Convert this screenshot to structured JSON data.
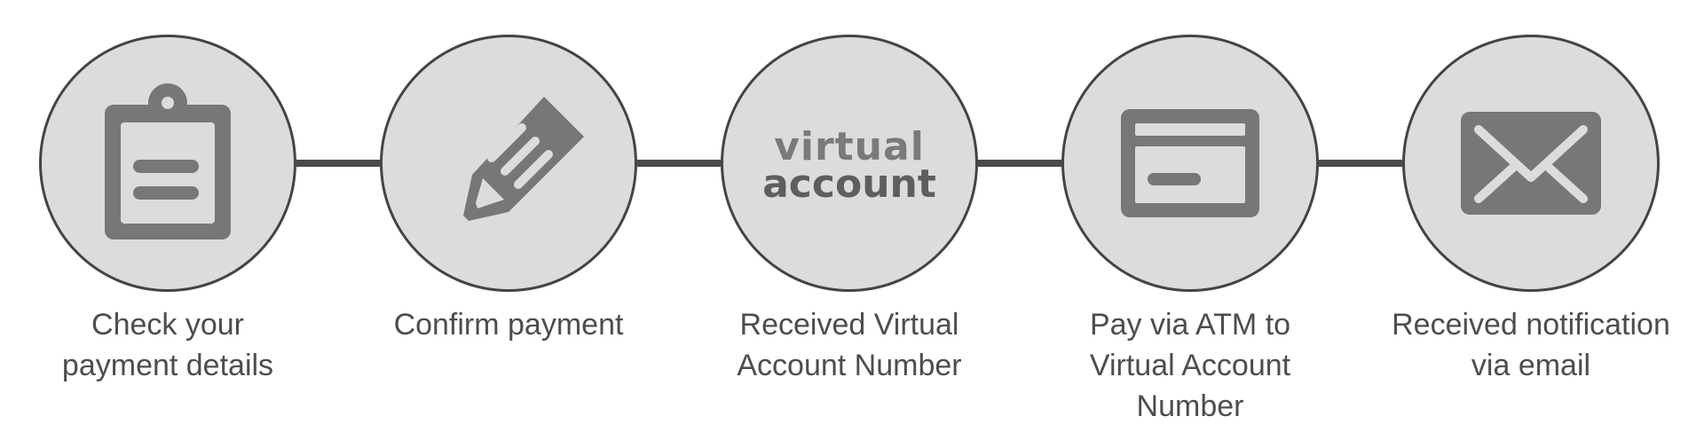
{
  "colors": {
    "circle_fill": "#dcdcdc",
    "circle_border": "#444444",
    "connector": "#4a4a4a",
    "icon": "#777777",
    "label_text": "#4d4d4d"
  },
  "steps": [
    {
      "icon": "clipboard-icon",
      "label": "Check your\npayment details"
    },
    {
      "icon": "pencil-icon",
      "label": "Confirm payment"
    },
    {
      "icon": "virtual-account-logo",
      "logo_top": "virtual",
      "logo_bottom": "account",
      "label": "Received Virtual\nAccount Number"
    },
    {
      "icon": "credit-card-icon",
      "label": "Pay via ATM to\nVirtual Account\nNumber"
    },
    {
      "icon": "envelope-icon",
      "label": "Received notification\nvia email"
    }
  ]
}
